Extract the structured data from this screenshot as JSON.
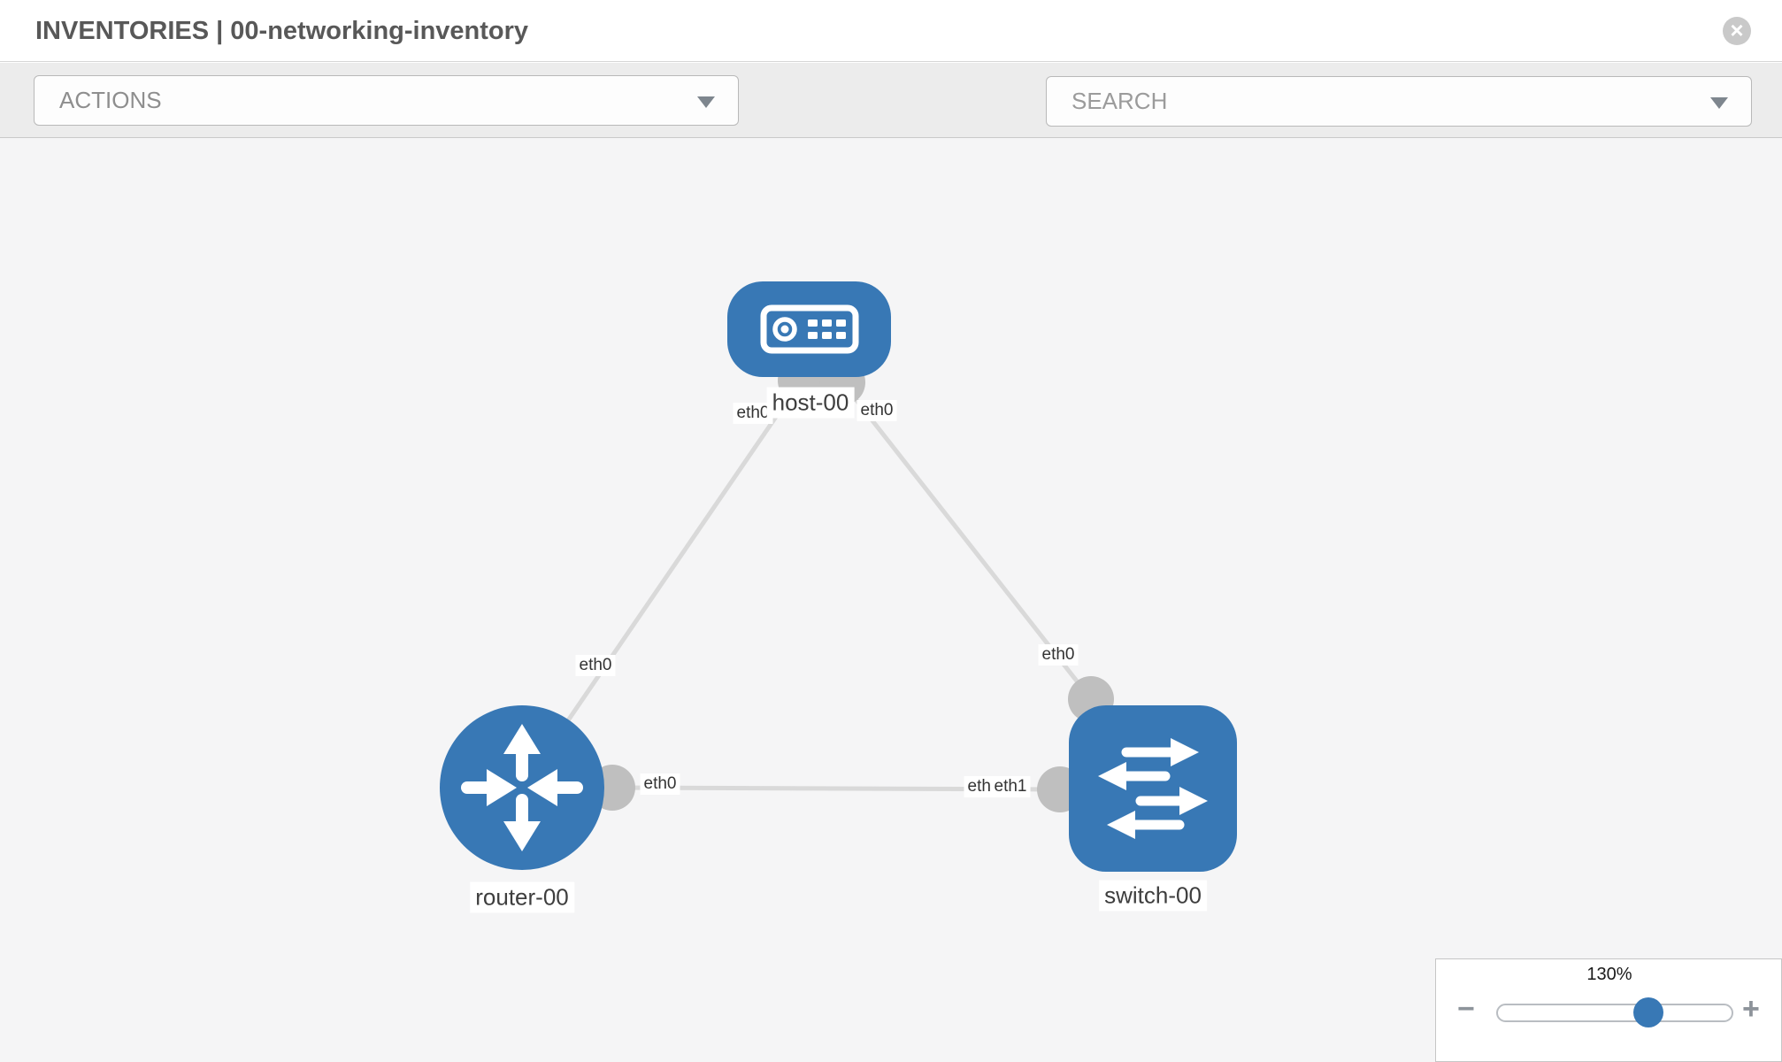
{
  "header": {
    "title": "INVENTORIES | 00-networking-inventory",
    "close_glyph": "×",
    "close_icon": "x-circle-icon"
  },
  "toolbar": {
    "actions_label": "ACTIONS",
    "search_placeholder": "SEARCH",
    "icons": {
      "wrench": "wrench-icon",
      "key": "key-icon",
      "caret": "chevron-down-icon"
    }
  },
  "topology": {
    "nodes": [
      {
        "id": "host-00",
        "type": "host",
        "label": "host-00",
        "icon": "host-icon"
      },
      {
        "id": "router-00",
        "type": "router",
        "label": "router-00",
        "icon": "router-icon"
      },
      {
        "id": "switch-00",
        "type": "switch",
        "label": "switch-00",
        "icon": "switch-icon"
      }
    ],
    "links": [
      {
        "from": "host-00",
        "to": "router-00",
        "from_iface": "eth0",
        "to_iface": "eth0"
      },
      {
        "from": "host-00",
        "to": "switch-00",
        "from_iface": "eth0",
        "to_iface": "eth0"
      },
      {
        "from": "router-00",
        "to": "switch-00",
        "from_iface": "eth0",
        "to_iface": "eth1"
      }
    ],
    "iface_labels": {
      "host_left": "eth0",
      "host_right": "eth0",
      "router_top": "eth0",
      "switch_top": "eth0",
      "link_bottom_left": "eth0",
      "link_bottom_right_under": "eth1",
      "link_bottom_right": "eth1"
    }
  },
  "zoom_control": {
    "level": "130%",
    "minus_label": "−",
    "plus_label": "+"
  },
  "colors": {
    "node_blue": "#3878b5",
    "link_gray": "#d9d9d9",
    "dot_gray": "#bfbfbf",
    "canvas_bg": "#f5f5f6",
    "toolbar_bg": "#ececec"
  }
}
